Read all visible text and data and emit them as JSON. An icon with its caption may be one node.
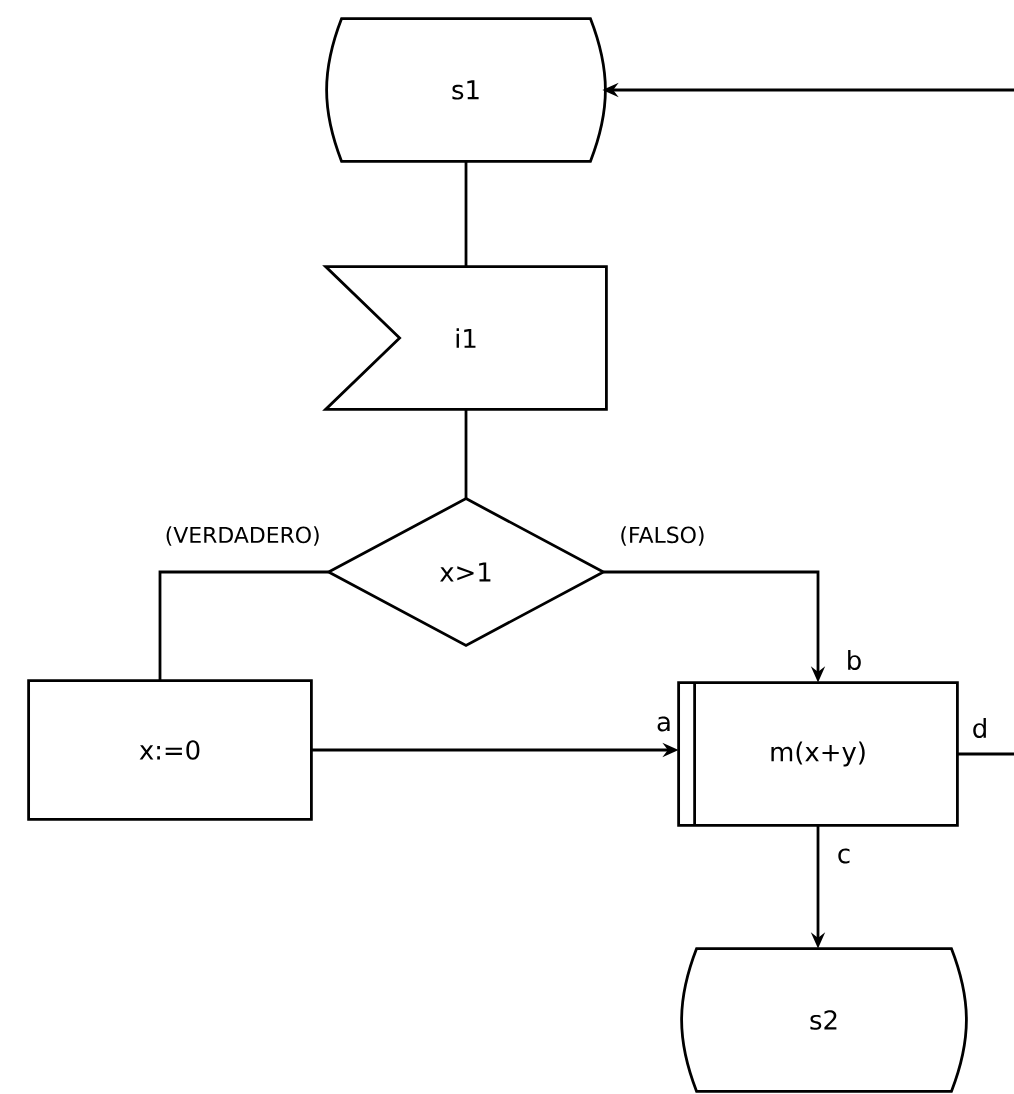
{
  "diagram": {
    "nodes": [
      {
        "text": [
          "s1"
        ]
      },
      {
        "text": [
          "i1"
        ]
      },
      {
        "text": [
          "x>1"
        ]
      },
      {
        "text": [
          "x:=0"
        ]
      },
      {
        "text": [
          "m(x+y)"
        ]
      },
      {
        "text": [
          "s2"
        ]
      }
    ],
    "edges": [
      {
        "from": 0,
        "to": 1,
        "arrow": "none"
      },
      {
        "from": 1,
        "to": 2,
        "arrow": "none"
      },
      {
        "from": 2,
        "to": 3,
        "arrow": "none",
        "label": "(VERDADERO)"
      },
      {
        "from": 2,
        "to": 4,
        "arrow": "to",
        "label": "(FALSO)"
      },
      {
        "from": 3,
        "to": 4,
        "arrow": "to"
      },
      {
        "from": 4,
        "to": 5,
        "arrow": "to"
      },
      {
        "from": 4,
        "to": null,
        "arrow": "none"
      },
      {
        "from": null,
        "to": 0,
        "arrow": "to"
      }
    ],
    "labels": [
      "b",
      "a",
      "d",
      "c"
    ]
  }
}
